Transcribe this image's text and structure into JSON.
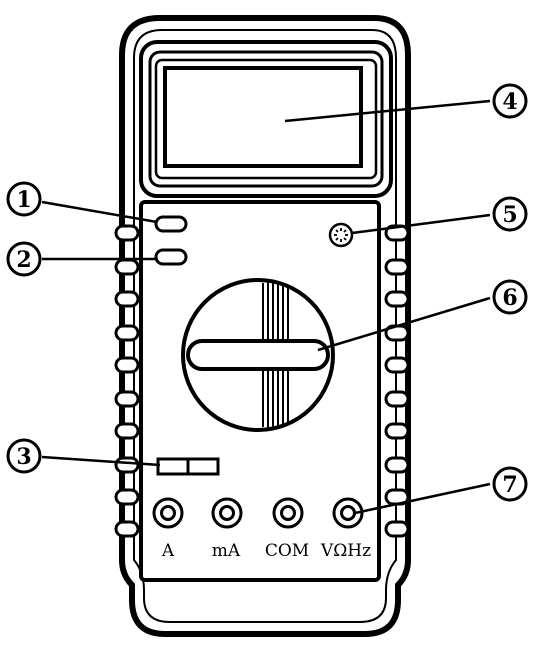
{
  "callouts": [
    {
      "number": "1"
    },
    {
      "number": "2"
    },
    {
      "number": "3"
    },
    {
      "number": "4"
    },
    {
      "number": "5"
    },
    {
      "number": "6"
    },
    {
      "number": "7"
    }
  ],
  "jacks": [
    {
      "label": "A"
    },
    {
      "label": "mA"
    },
    {
      "label": "COM"
    },
    {
      "label": "VΩHz"
    }
  ]
}
